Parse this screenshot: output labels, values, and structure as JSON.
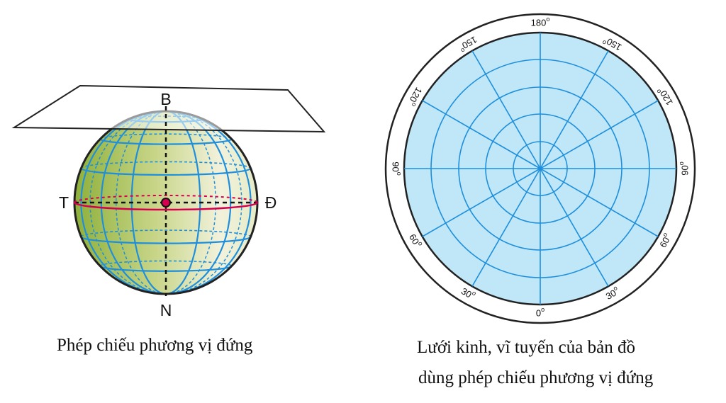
{
  "globe_figure": {
    "labels": {
      "north": "B",
      "south": "N",
      "west": "T",
      "east": "Đ"
    },
    "caption": "Phép chiếu phương vị đứng",
    "colors": {
      "grid": "#1f8fdc",
      "equator": "#d6004f",
      "axis": "#111111",
      "globe_light": "#f2f2dc",
      "globe_dark": "#8fb03a"
    }
  },
  "map_figure": {
    "longitude_labels": [
      {
        "text": "180",
        "deg": 180
      },
      {
        "text": "150",
        "deg": 150
      },
      {
        "text": "150",
        "deg": 210
      },
      {
        "text": "120",
        "deg": 120
      },
      {
        "text": "120",
        "deg": 240
      },
      {
        "text": "90",
        "deg": 90
      },
      {
        "text": "90",
        "deg": 270
      },
      {
        "text": "60",
        "deg": 60
      },
      {
        "text": "60",
        "deg": 300
      },
      {
        "text": "30",
        "deg": 30
      },
      {
        "text": "30",
        "deg": 330
      },
      {
        "text": "0",
        "deg": 0
      }
    ],
    "degree_symbol": "o",
    "caption_line1": "Lưới kinh, vĩ tuyến của bản đồ",
    "caption_line2": "dùng phép chiếu phương vị đứng",
    "colors": {
      "fill": "#bfe7f8",
      "grid": "#1f8fdc",
      "ring": "#222222"
    }
  }
}
